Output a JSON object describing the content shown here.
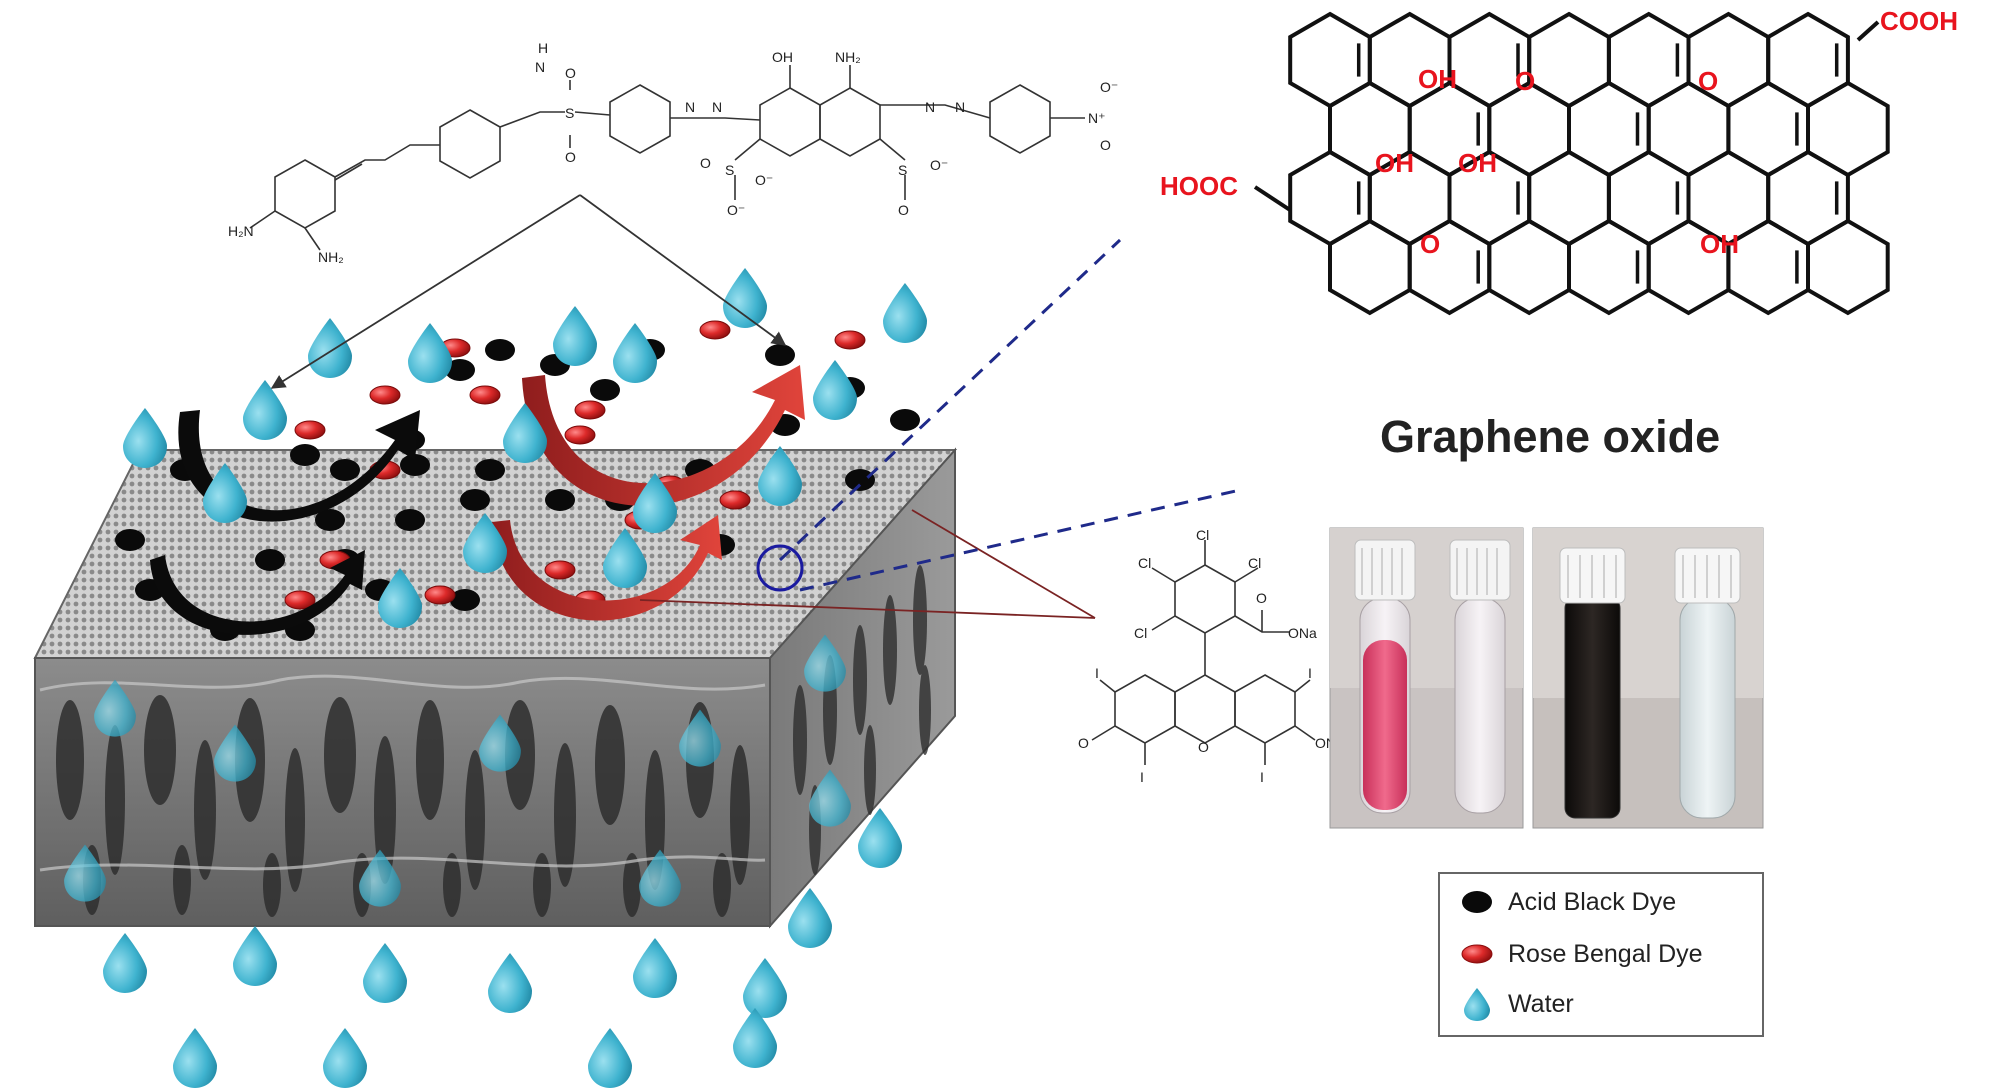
{
  "graphene_oxide": {
    "title": "Graphene oxide",
    "groups": {
      "cooh_top": "COOH",
      "cooh_left": "HOOC",
      "oh": "OH",
      "epoxy": "O"
    }
  },
  "acid_black_structure": {
    "atoms": {
      "h": "H",
      "n": "N",
      "s": "S",
      "o": "O",
      "oh": "OH",
      "nh2": "NH₂",
      "h2n": "H₂N",
      "o_minus": "O⁻",
      "n_plus": "N⁺"
    }
  },
  "rose_bengal_structure": {
    "atoms": {
      "cl": "Cl",
      "i": "I",
      "o": "O",
      "ona": "ONa"
    }
  },
  "legend": {
    "items": [
      {
        "label": "Acid Black Dye",
        "marker": "black-particle"
      },
      {
        "label": "Rose Bengal Dye",
        "marker": "red-particle"
      },
      {
        "label": "Water",
        "marker": "water-drop"
      }
    ]
  },
  "colors": {
    "water": "#3fb3cf",
    "acid_black": "#0a0a0a",
    "rose_bengal": "#d7262c",
    "go_labels": "#e8141e",
    "dash_line": "#1f2a8a",
    "rose_solution": "#e0426b",
    "black_solution": "#1a1512"
  }
}
